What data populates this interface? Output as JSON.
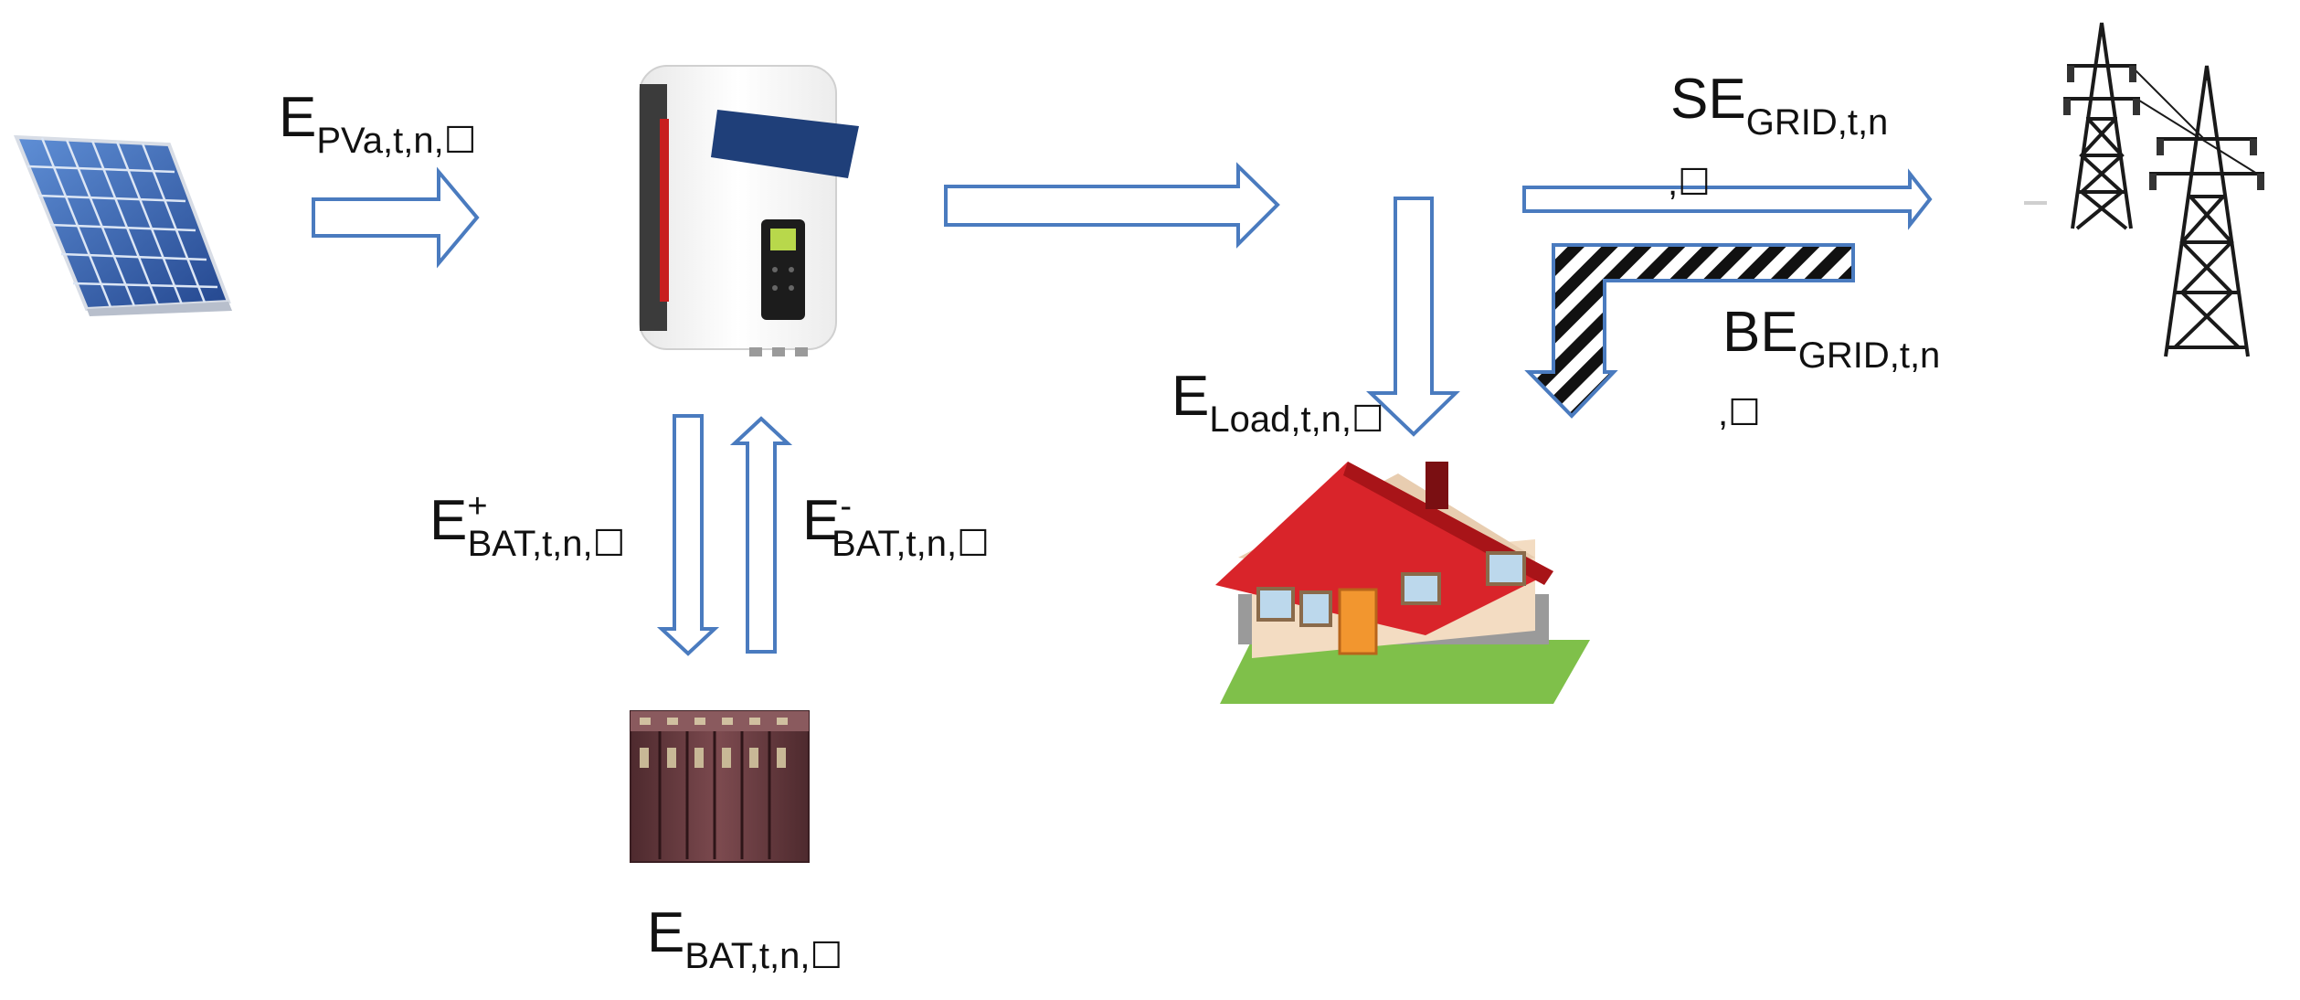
{
  "labels": {
    "e_pv": {
      "base": "E",
      "sub": "PVa,t,n,☐"
    },
    "e_bat_plus": {
      "base": "E",
      "sup": "+",
      "sub": "BAT,t,n,☐"
    },
    "e_bat_minus": {
      "base": "E",
      "sup": "-",
      "sub": "BAT,t,n,☐"
    },
    "e_bat": {
      "base": "E",
      "sub": "BAT,t,n,☐"
    },
    "e_load": {
      "base": "E",
      "sub": "Load,t,n,☐"
    },
    "se_grid": {
      "base": "SE",
      "sub": "GRID,t,n",
      "tail": ",☐"
    },
    "be_grid": {
      "base": "BE",
      "sub": "GRID,t,n",
      "tail": ",☐"
    }
  },
  "icons": {
    "pv": "solar-panel-icon",
    "inverter": "inverter-icon",
    "battery": "battery-bank-icon",
    "house": "house-icon",
    "grid": "power-pylon-icon"
  },
  "colors": {
    "arrow_stroke": "#4a7bbf",
    "arrow_fill": "#ffffff",
    "hatch": "#111111",
    "roof": "#d9242a",
    "panel": "#2f5aa8",
    "battery": "#6b3a3e"
  }
}
